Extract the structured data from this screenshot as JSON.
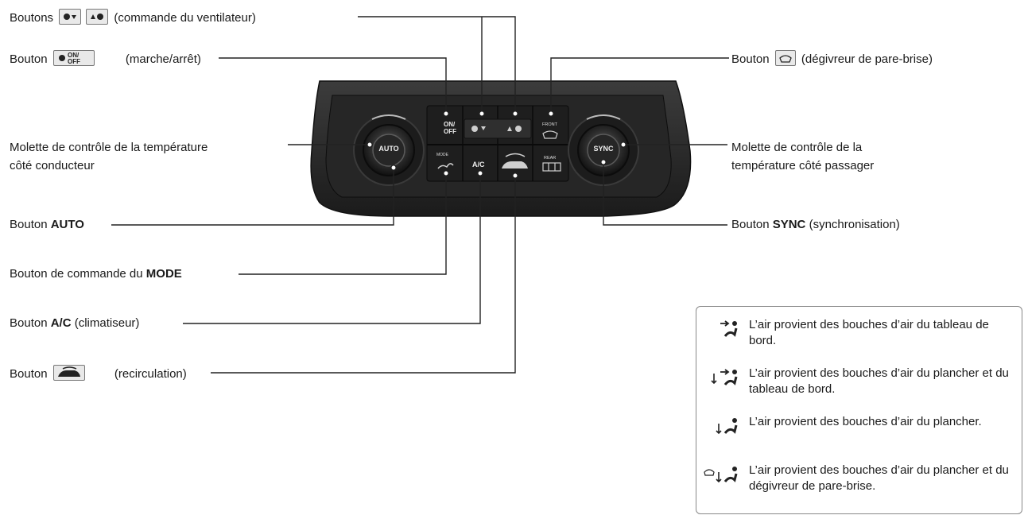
{
  "labels": {
    "fan": {
      "pre": "Boutons",
      "post": "(commande du ventilateur)"
    },
    "onoff": {
      "pre": "Bouton",
      "post": "(marche/arrêt)"
    },
    "defrost": {
      "pre": "Bouton",
      "post": "(dégivreur de pare-brise)"
    },
    "driver_temp": {
      "line1": "Molette de contrôle de la température",
      "line2": "côté conducteur"
    },
    "passenger_temp": {
      "line1": "Molette de contrôle de la",
      "line2": "température côté passager"
    },
    "auto": {
      "pre": "Bouton ",
      "bold": "AUTO",
      "post": ""
    },
    "sync": {
      "pre": "Bouton ",
      "bold": "SYNC",
      "post": " (synchronisation)"
    },
    "mode": {
      "pre": "Bouton de commande du ",
      "bold": "MODE",
      "post": ""
    },
    "ac": {
      "pre": "Bouton ",
      "bold": "A/C",
      "post": " (climatiseur)"
    },
    "recirc": {
      "pre": "Bouton",
      "post": "(recirculation)"
    }
  },
  "panel": {
    "auto_knob": "AUTO",
    "sync_knob": "SYNC",
    "onoff_on": "ON/",
    "onoff_off": "OFF",
    "ac": "A/C",
    "mode": "MODE",
    "front": "FRONT",
    "rear": "REAR"
  },
  "legend": [
    {
      "icon": "vent-dash-icon",
      "text": "L’air provient des bouches d’air du tableau de bord."
    },
    {
      "icon": "vent-floor-dash-icon",
      "text": "L’air provient des bouches d’air du plancher et du tableau de bord."
    },
    {
      "icon": "vent-floor-icon",
      "text": "L’air provient des bouches d’air du plancher."
    },
    {
      "icon": "vent-floor-defrost-icon",
      "text": "L’air provient des bouches d’air du plancher et du dégivreur de pare-brise."
    }
  ],
  "colors": {
    "panel": "#2b2b2b",
    "panel_dark": "#161616",
    "line": "#222222",
    "chip": "#e9e9e9"
  }
}
